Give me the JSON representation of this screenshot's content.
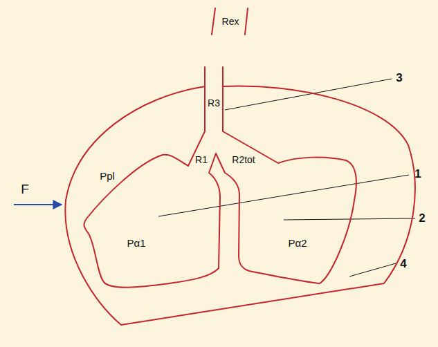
{
  "diagram": {
    "nodes": [
      {
        "text": [
          "Ppl"
        ]
      },
      {
        "text": [
          "Pα1"
        ],
        "in": 0
      },
      {
        "text": [
          "Pα2"
        ],
        "in": 0
      }
    ],
    "labels": [
      "Rex",
      "R3",
      "R1",
      "R2tot",
      "F",
      "1",
      "2",
      "3",
      "4"
    ]
  }
}
